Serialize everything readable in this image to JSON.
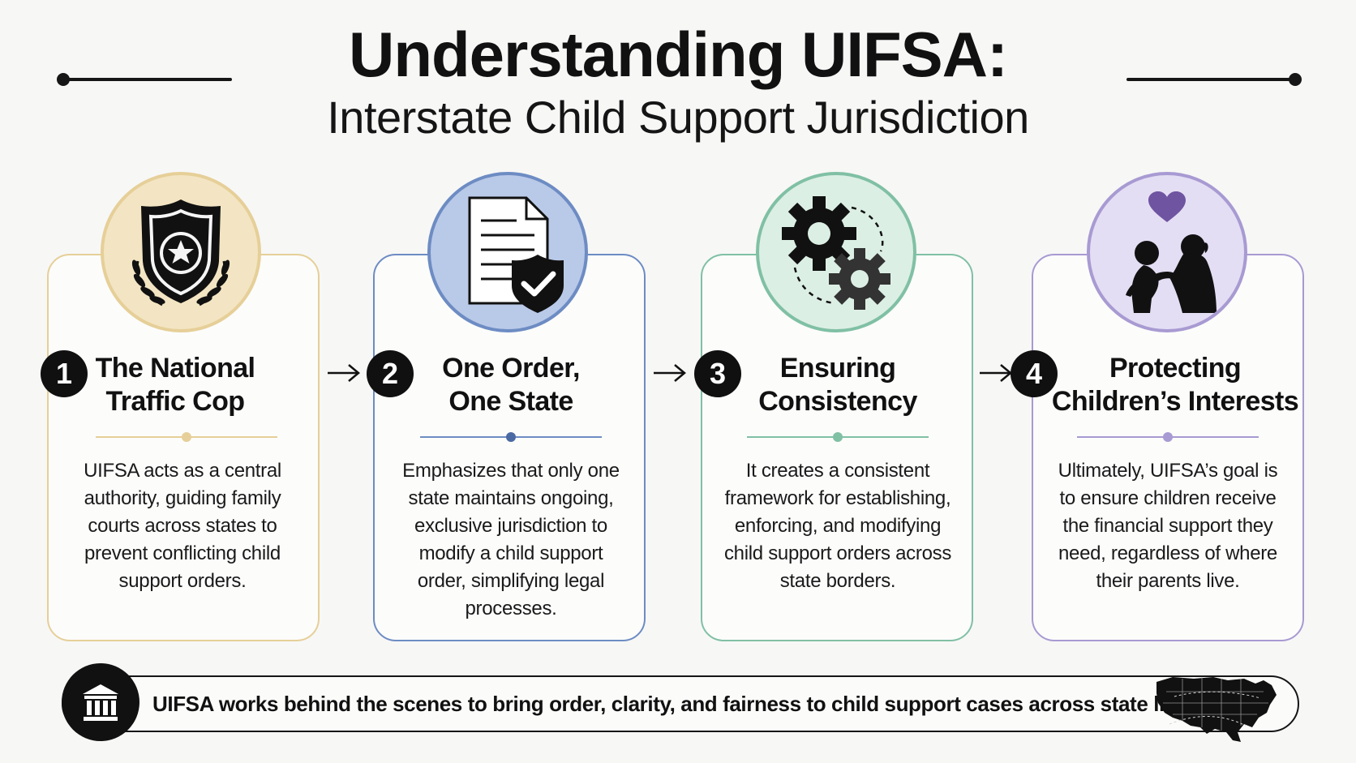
{
  "title": "Understanding UIFSA:",
  "subtitle": "Interstate Child Support Jurisdiction",
  "colors": {
    "step1": "#e6cf98",
    "step1_fill": "#f3e5c3",
    "step2": "#6d8cc3",
    "step2_fill": "#b9c9e8",
    "step3": "#80c0a4",
    "step3_fill": "#dcefe5",
    "step4": "#a89ad2",
    "step4_fill": "#e4def4",
    "heart": "#6f54a1",
    "ink": "#111111"
  },
  "steps": [
    {
      "number": "1",
      "title_line1": "The National",
      "title_line2": "Traffic Cop",
      "icon": "police-badge-icon",
      "text": "UIFSA acts as a central authority, guiding family courts across states to prevent conflicting child support orders."
    },
    {
      "number": "2",
      "title_line1": "One Order,",
      "title_line2": "One State",
      "icon": "document-shield-icon",
      "text": "Emphasizes that only one state maintains ongoing, exclusive jurisdiction to modify a child support order, simplifying legal processes."
    },
    {
      "number": "3",
      "title_line1": "Ensuring",
      "title_line2": "Consistency",
      "icon": "gears-icon",
      "text": "It creates a consistent framework for establishing, enforcing, and modifying child support orders across state borders."
    },
    {
      "number": "4",
      "title_line1": "Protecting",
      "title_line2": "Children’s Interests",
      "icon": "parent-child-heart-icon",
      "text": "Ultimately, UIFSA’s goal is to ensure children receive the financial support they need, regardless of where their parents live."
    }
  ],
  "footer": {
    "icon": "courthouse-icon",
    "text": "UIFSA works behind the scenes to bring order, clarity, and fairness to child support cases across state lines.",
    "map_icon": "us-map-icon"
  }
}
